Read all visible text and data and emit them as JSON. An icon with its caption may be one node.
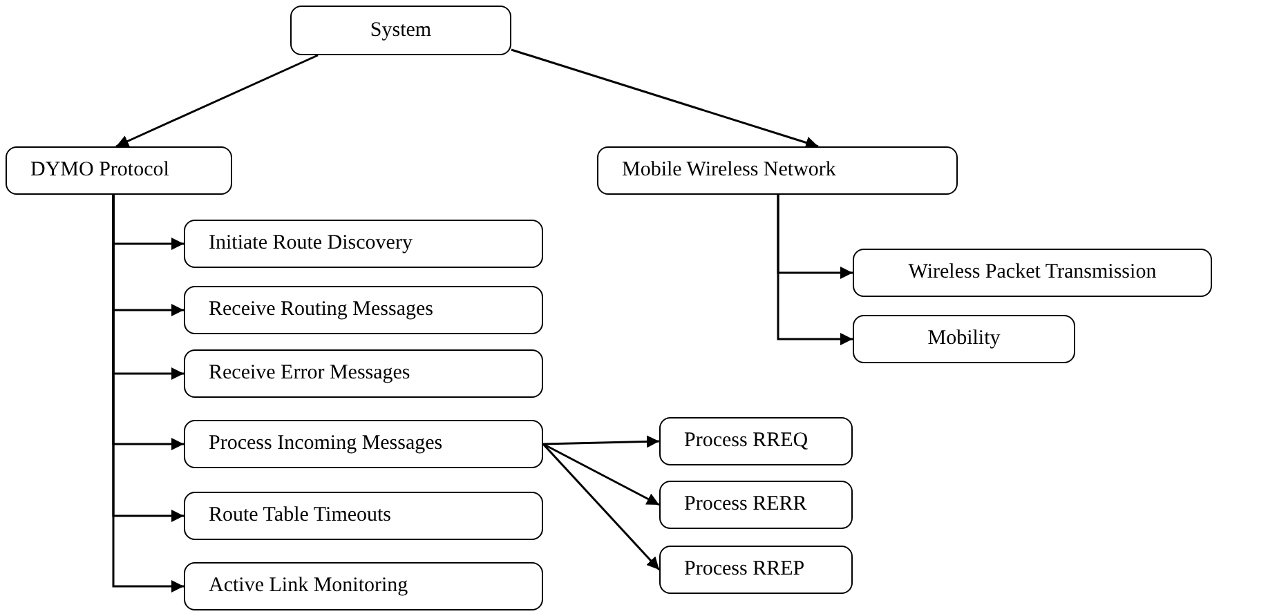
{
  "diagram": {
    "nodes": [
      {
        "text": [
          "System"
        ]
      },
      {
        "text": [
          "DYMO Protocol"
        ]
      },
      {
        "text": [
          "Mobile Wireless Network"
        ]
      },
      {
        "text": [
          "Initiate Route Discovery"
        ]
      },
      {
        "text": [
          "Receive Routing Messages"
        ]
      },
      {
        "text": [
          "Receive Error Messages"
        ]
      },
      {
        "text": [
          "Process Incoming Messages"
        ]
      },
      {
        "text": [
          "Route Table Timeouts"
        ]
      },
      {
        "text": [
          "Active Link Monitoring"
        ]
      },
      {
        "text": [
          "Wireless Packet Transmission"
        ]
      },
      {
        "text": [
          "Mobility"
        ]
      },
      {
        "text": [
          "Process RREQ"
        ]
      },
      {
        "text": [
          "Process RERR"
        ]
      },
      {
        "text": [
          "Process RREP"
        ]
      }
    ],
    "edges": [
      {
        "from": 0,
        "to": 1,
        "arrow": "to"
      },
      {
        "from": 0,
        "to": 2,
        "arrow": "to"
      },
      {
        "from": 1,
        "to": 3,
        "arrow": "to"
      },
      {
        "from": 1,
        "to": 4,
        "arrow": "to"
      },
      {
        "from": 1,
        "to": 5,
        "arrow": "to"
      },
      {
        "from": 1,
        "to": 6,
        "arrow": "to"
      },
      {
        "from": 1,
        "to": 7,
        "arrow": "to"
      },
      {
        "from": 1,
        "to": 8,
        "arrow": "to"
      },
      {
        "from": 2,
        "to": 9,
        "arrow": "to"
      },
      {
        "from": 2,
        "to": 10,
        "arrow": "to"
      },
      {
        "from": 6,
        "to": 11,
        "arrow": "to"
      },
      {
        "from": 6,
        "to": 12,
        "arrow": "to"
      },
      {
        "from": 6,
        "to": 13,
        "arrow": "to"
      }
    ]
  }
}
